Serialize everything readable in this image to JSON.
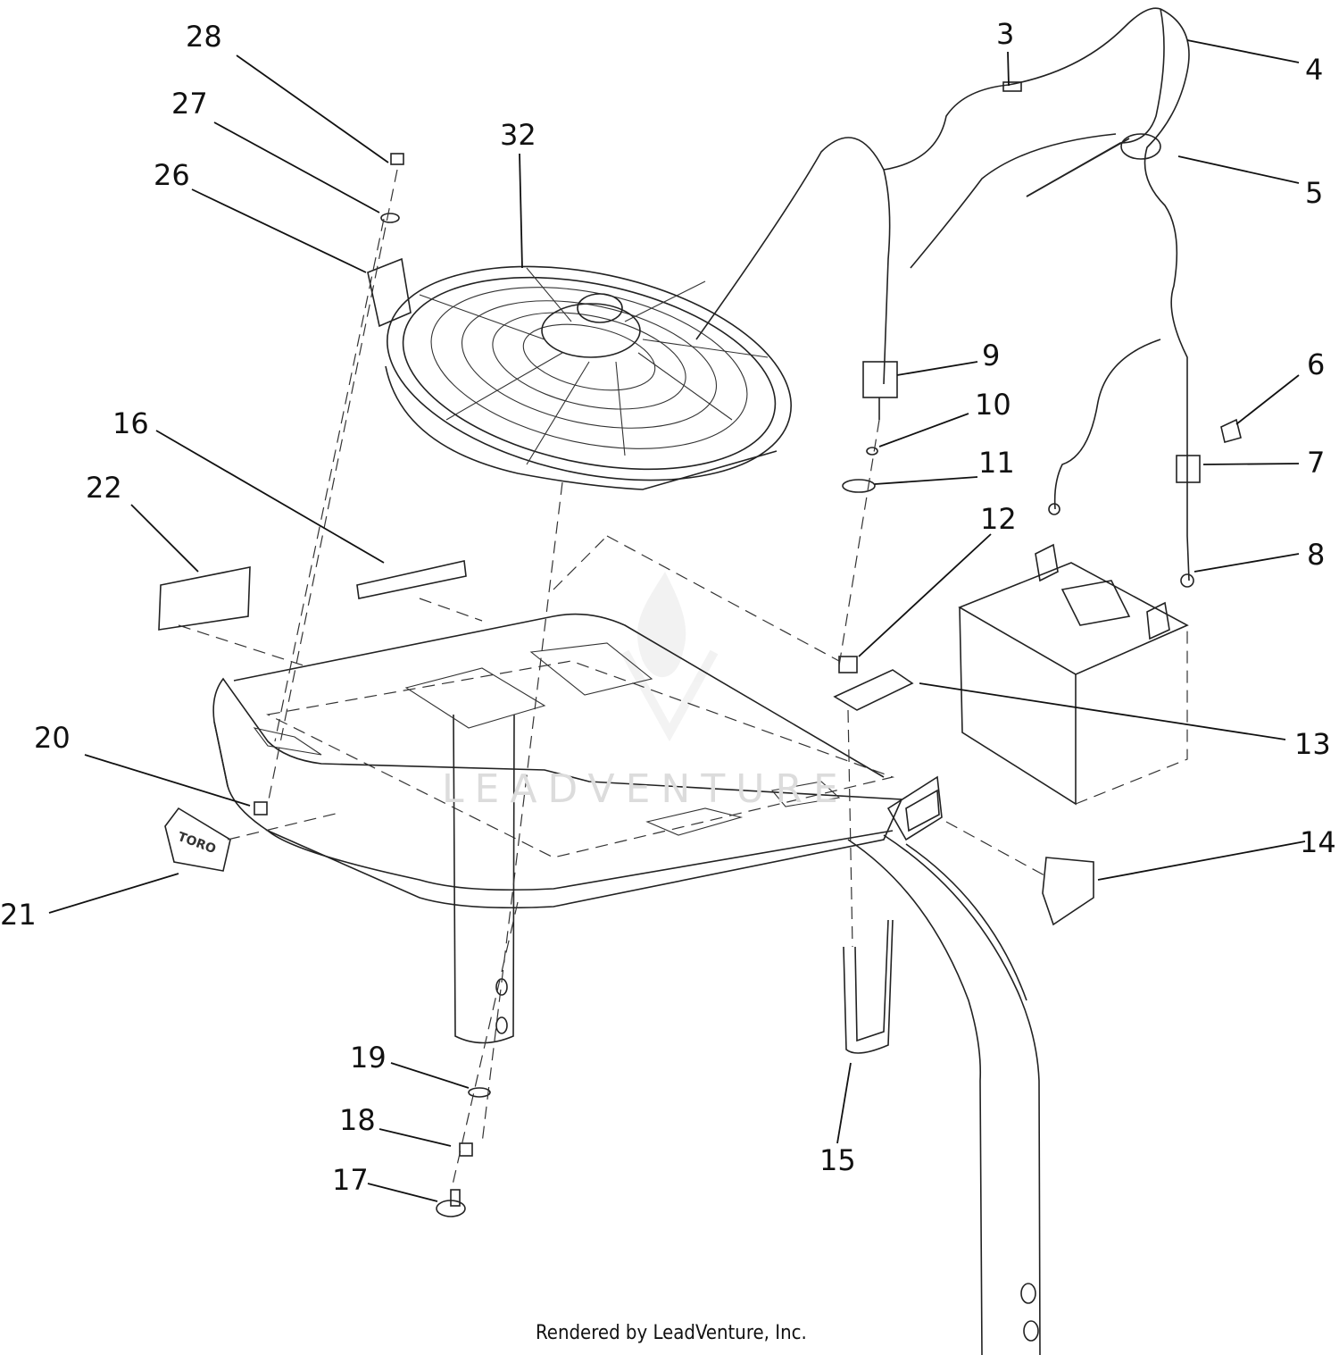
{
  "callouts": [
    {
      "id": "c28",
      "text": "28"
    },
    {
      "id": "c27",
      "text": "27"
    },
    {
      "id": "c26",
      "text": "26"
    },
    {
      "id": "c32",
      "text": "32"
    },
    {
      "id": "c3",
      "text": "3"
    },
    {
      "id": "c4",
      "text": "4"
    },
    {
      "id": "c5",
      "text": "5"
    },
    {
      "id": "c6",
      "text": "6"
    },
    {
      "id": "c7",
      "text": "7"
    },
    {
      "id": "c8",
      "text": "8"
    },
    {
      "id": "c9",
      "text": "9"
    },
    {
      "id": "c10",
      "text": "10"
    },
    {
      "id": "c11",
      "text": "11"
    },
    {
      "id": "c12",
      "text": "12"
    },
    {
      "id": "c13",
      "text": "13"
    },
    {
      "id": "c14",
      "text": "14"
    },
    {
      "id": "c15",
      "text": "15"
    },
    {
      "id": "c16",
      "text": "16"
    },
    {
      "id": "c17",
      "text": "17"
    },
    {
      "id": "c18",
      "text": "18"
    },
    {
      "id": "c19",
      "text": "19"
    },
    {
      "id": "c20",
      "text": "20"
    },
    {
      "id": "c21",
      "text": "21"
    },
    {
      "id": "c22",
      "text": "22"
    }
  ],
  "decal_text": "TORO",
  "watermark": "LEADVENTURE",
  "footer": "Rendered by LeadVenture, Inc."
}
